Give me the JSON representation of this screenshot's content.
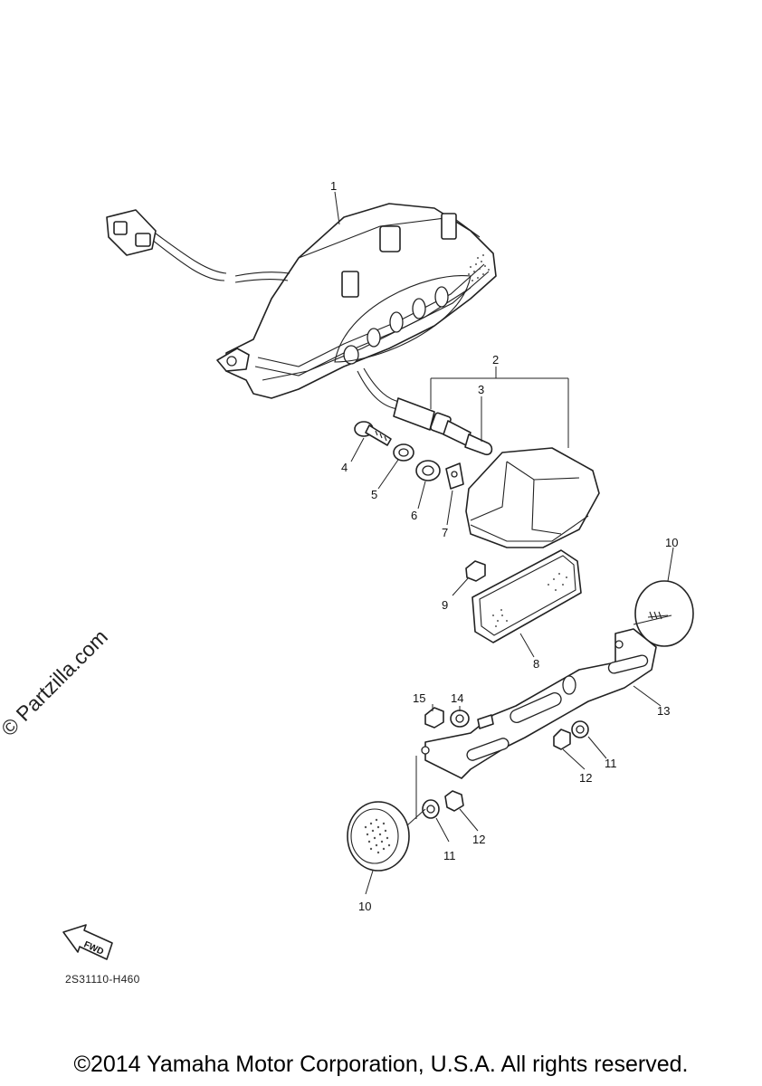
{
  "watermark": "© Partzilla.com",
  "diagram_code": "2S31110-H460",
  "copyright": "©2014 Yamaha Motor Corporation, U.S.A. All rights reserved.",
  "fwd_label": "FWD",
  "callouts": {
    "c1": "1",
    "c2": "2",
    "c3": "3",
    "c4": "4",
    "c5": "5",
    "c6": "6",
    "c7": "7",
    "c8": "8",
    "c9": "9",
    "c10a": "10",
    "c10b": "10",
    "c11a": "11",
    "c11b": "11",
    "c12a": "12",
    "c12b": "12",
    "c13": "13",
    "c14": "14",
    "c15": "15"
  }
}
